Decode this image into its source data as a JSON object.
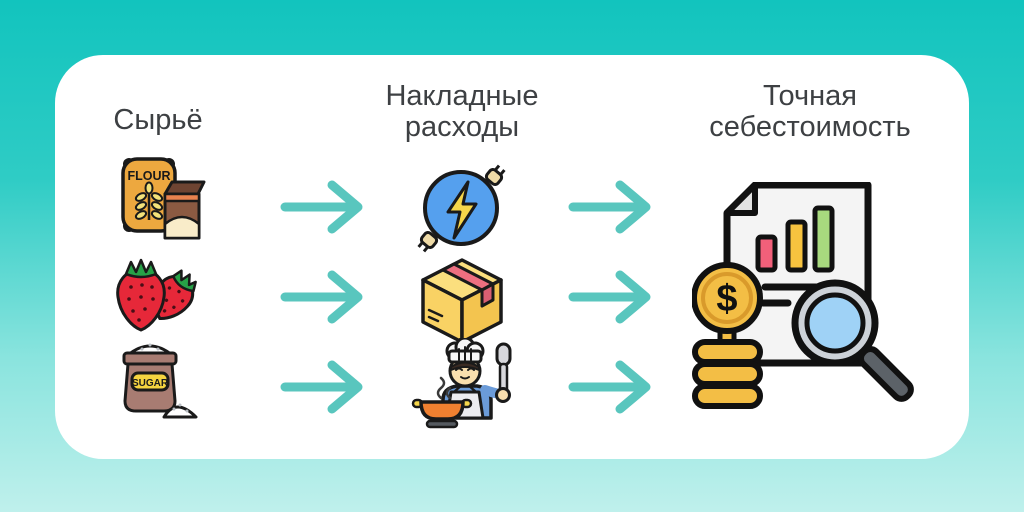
{
  "diagram": {
    "title_implicit": "cost calculation flow",
    "raw": {
      "label": "Сырьё",
      "items": [
        {
          "icon": "flour-bag-icon"
        },
        {
          "icon": "strawberries-icon"
        },
        {
          "icon": "sugar-bag-icon"
        }
      ]
    },
    "overhead": {
      "label_line1": "Накладные",
      "label_line2": "расходы",
      "items": [
        {
          "icon": "electricity-icon"
        },
        {
          "icon": "cardboard-box-icon"
        },
        {
          "icon": "chef-cooking-icon"
        }
      ]
    },
    "result": {
      "label_line1": "Точная",
      "label_line2": "себестоимость",
      "items": [
        {
          "icon": "cost-analysis-icon"
        }
      ]
    },
    "arrows": {
      "count": 6,
      "direction": "right",
      "color": "#59C6BE"
    }
  },
  "icon_texts": {
    "flour_label": "FLOUR",
    "sugar_label": "SUGAR",
    "dollar_sign": "$"
  },
  "colors": {
    "background_top": "#12C4BE",
    "background_bottom": "#BFF0EC",
    "card": "#FFFFFF",
    "arrow": "#59C6BE",
    "text": "#3D4043",
    "outline": "#1A1A1A",
    "flour_bag": "#EDA83F",
    "carton_brown": "#8B5A42",
    "strawberry_red": "#E62839",
    "leaf_green": "#27A147",
    "sugar_sack": "#A87C72",
    "sugar_label_yellow": "#F5D440",
    "electric_blue": "#55A0EE",
    "bolt_yellow": "#F6D64A",
    "box_yellow": "#F9D264",
    "tape_pink": "#ED6F80",
    "chef_shirt_blue": "#6B9BD8",
    "pan_orange": "#F08030",
    "bar_red": "#F2607A",
    "bar_yellow": "#F7C33F",
    "bar_green": "#A8D97E",
    "coin_gold": "#F3BE45",
    "lens_blue": "#9FD2F6",
    "handle_gray": "#5C6268"
  }
}
